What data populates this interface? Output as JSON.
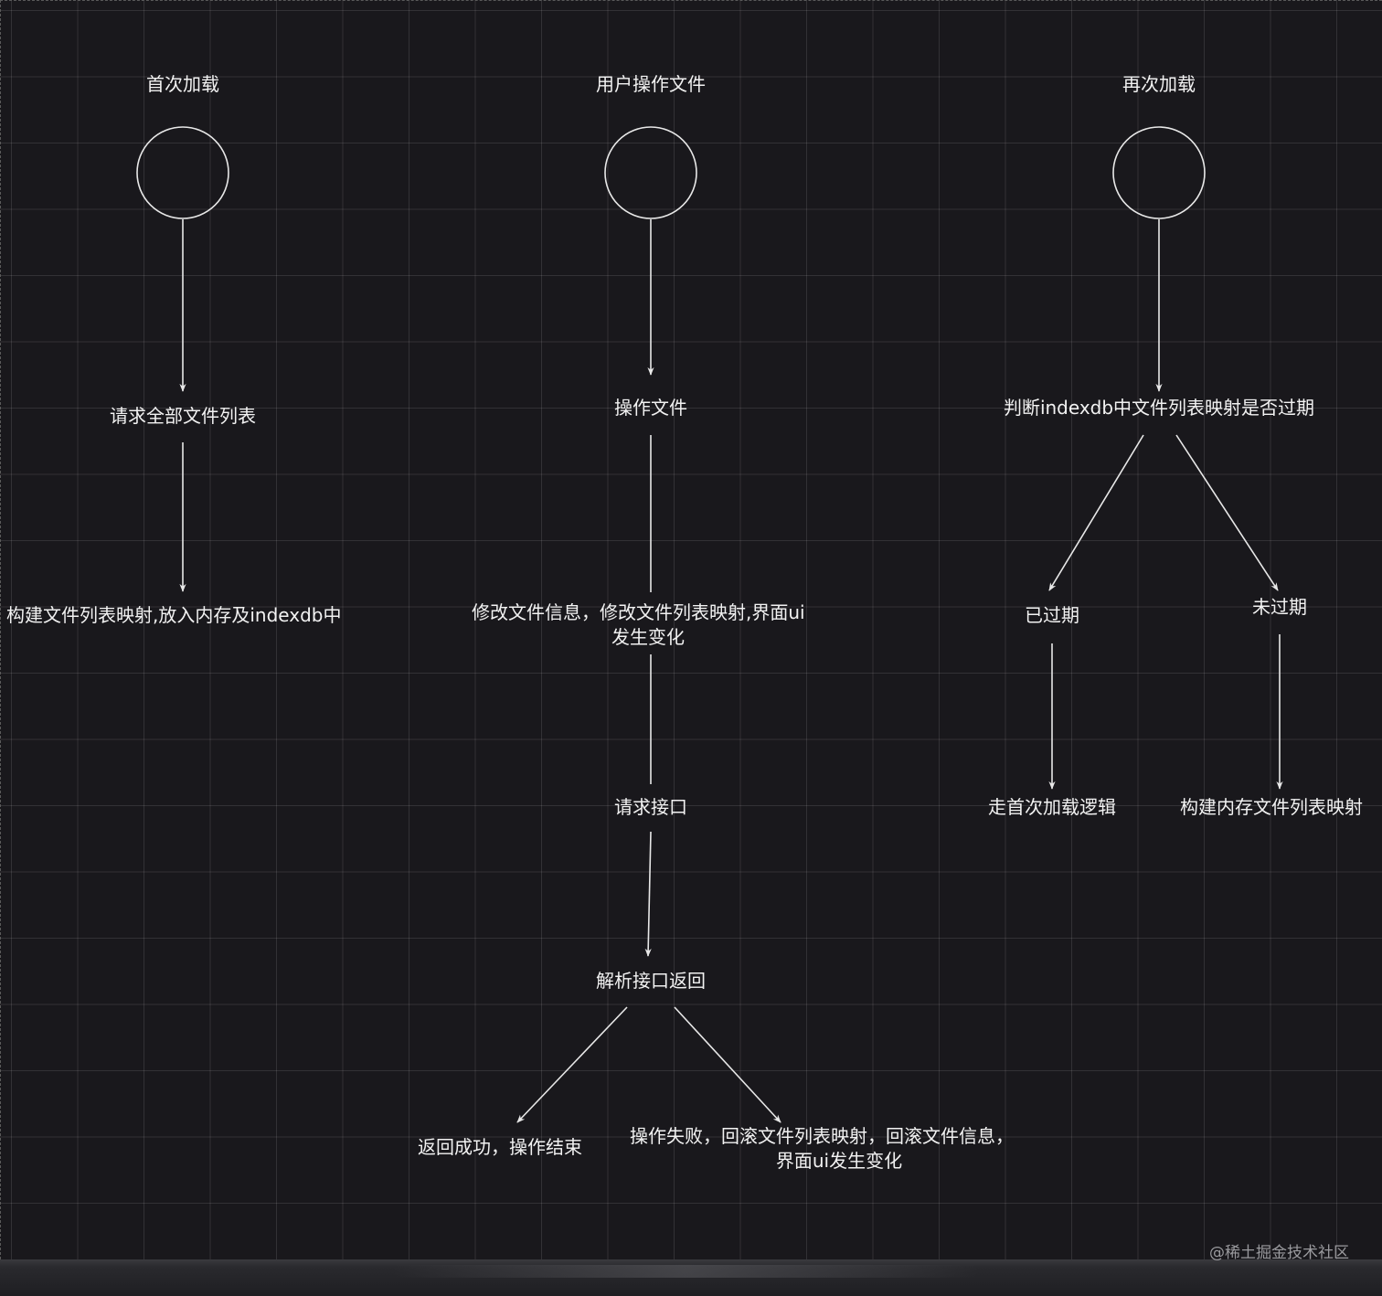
{
  "columns": [
    {
      "title": "首次加载",
      "steps": [
        "请求全部文件列表",
        "构建文件列表映射,放入内存及indexdb中"
      ]
    },
    {
      "title": "用户操作文件",
      "steps": [
        "操作文件",
        "修改文件信息，修改文件列表映射,界面ui",
        "发生变化",
        "请求接口",
        "解析接口返回"
      ],
      "outcomes": [
        "返回成功，操作结束",
        "操作失败，回滚文件列表映射，回滚文件信息，",
        "界面ui发生变化"
      ]
    },
    {
      "title": "再次加载",
      "decision": "判断indexdb中文件列表映射是否过期",
      "branches": [
        {
          "label": "已过期",
          "result": "走首次加载逻辑"
        },
        {
          "label": "未过期",
          "result": "构建内存文件列表映射"
        }
      ]
    }
  ],
  "watermark": "@稀土掘金技术社区",
  "colors": {
    "background": "#19181c",
    "line": "#e8e8e8",
    "text": "#f2f2f2",
    "grid": "#ffffff"
  }
}
